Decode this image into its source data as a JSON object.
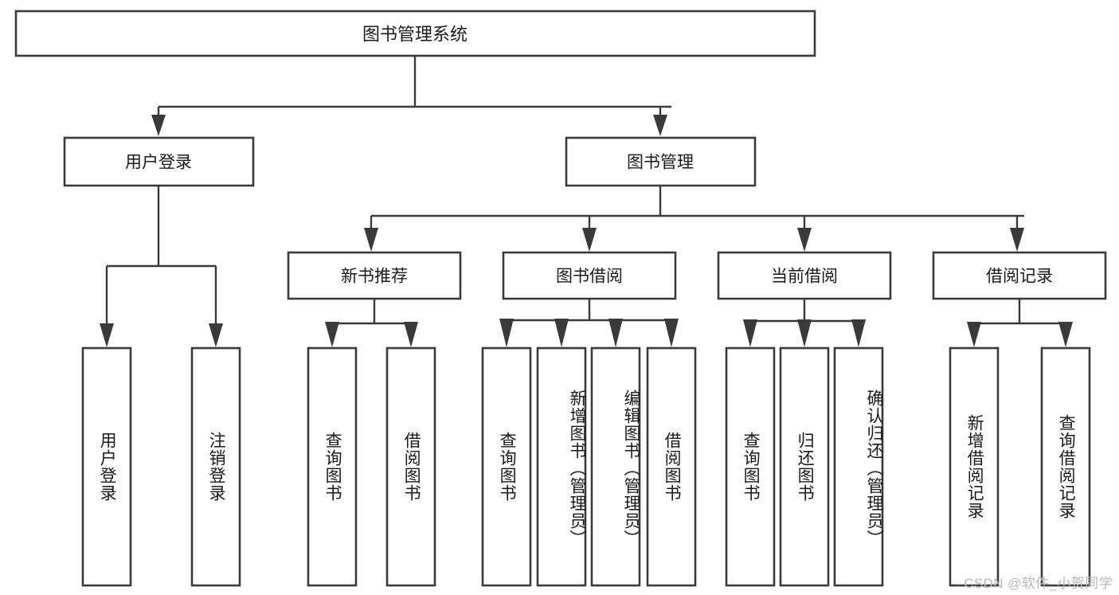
{
  "diagram": {
    "type": "hierarchy-tree",
    "title": "图书管理系统",
    "orientation": "top-down",
    "levels": 4,
    "colors": {
      "box_fill": "#ffffff",
      "box_stroke": "#3a3a3a",
      "connector": "#3a3a3a",
      "text": "#1a1a1a",
      "watermark": "#b9b9b9"
    },
    "root": {
      "id": "root",
      "label": "图书管理系统"
    },
    "level2": [
      {
        "id": "user-login",
        "label": "用户登录"
      },
      {
        "id": "book-manage",
        "label": "图书管理"
      }
    ],
    "level3": [
      {
        "id": "new-book-recommend",
        "label": "新书推荐",
        "parent": "book-manage"
      },
      {
        "id": "book-borrow",
        "label": "图书借阅",
        "parent": "book-manage"
      },
      {
        "id": "current-borrow",
        "label": "当前借阅",
        "parent": "book-manage"
      },
      {
        "id": "borrow-record",
        "label": "借阅记录",
        "parent": "book-manage"
      }
    ],
    "leaves": {
      "user-login": [
        {
          "id": "leaf-user-login",
          "label": "用户登录"
        },
        {
          "id": "leaf-user-logout",
          "label": "注销登录"
        }
      ],
      "new-book-recommend": [
        {
          "id": "leaf-query-book-1",
          "label": "查询图书"
        },
        {
          "id": "leaf-borrow-book-1",
          "label": "借阅图书"
        }
      ],
      "book-borrow": [
        {
          "id": "leaf-query-book-2",
          "label": "查询图书"
        },
        {
          "id": "leaf-add-book",
          "label": "新增图书（管理员）"
        },
        {
          "id": "leaf-edit-book",
          "label": "编辑图书（管理员）"
        },
        {
          "id": "leaf-borrow-book-2",
          "label": "借阅图书"
        }
      ],
      "current-borrow": [
        {
          "id": "leaf-query-book-3",
          "label": "查询图书"
        },
        {
          "id": "leaf-return-book",
          "label": "归还图书"
        },
        {
          "id": "leaf-confirm-return",
          "label": "确认归还（管理员）"
        }
      ],
      "borrow-record": [
        {
          "id": "leaf-add-record",
          "label": "新增借阅记录"
        },
        {
          "id": "leaf-query-record",
          "label": "查询借阅记录"
        }
      ]
    }
  },
  "watermark": {
    "text": "CSDN @软件_小贺同学"
  }
}
